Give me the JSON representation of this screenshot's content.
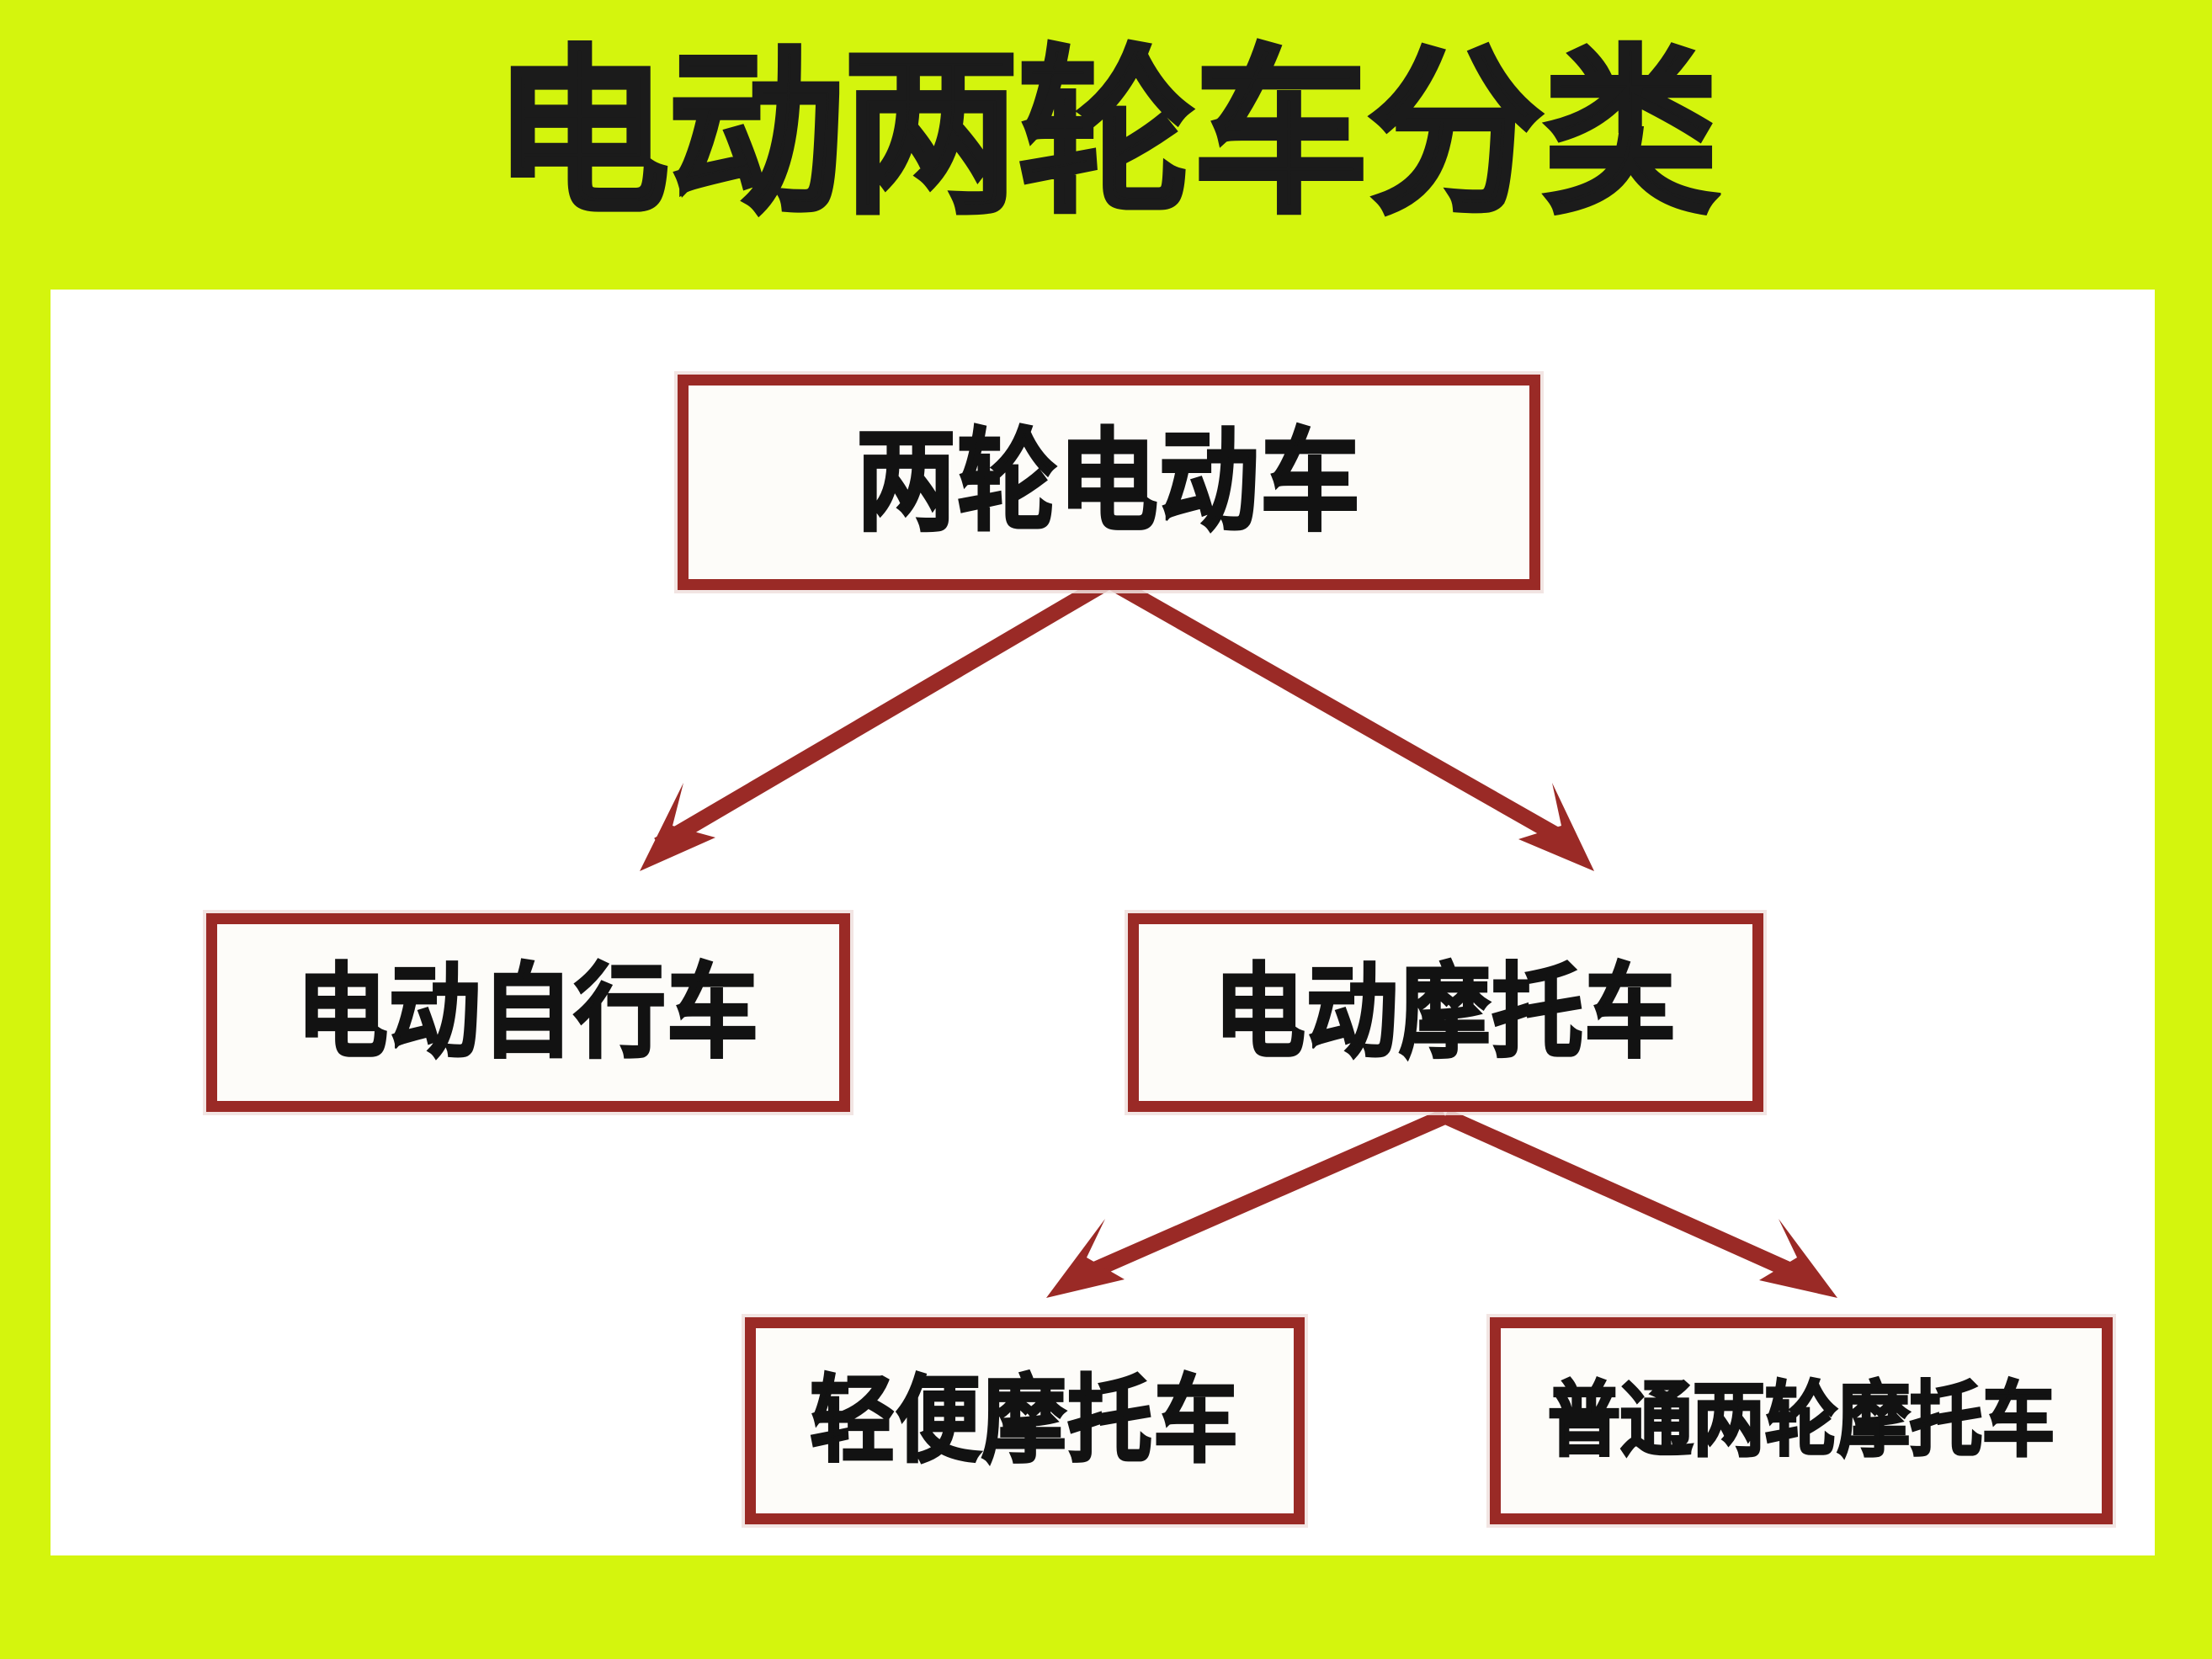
{
  "poster": {
    "title": "电动两轮车分类",
    "background_color": "#D4F50D",
    "panel_color": "#FFFFFF",
    "accent_color": "#9A2A26",
    "text_color": "#121212"
  },
  "diagram": {
    "type": "tree",
    "nodes": [
      {
        "id": "root",
        "label": "两轮电动车",
        "level": 0
      },
      {
        "id": "ebike",
        "label": "电动自行车",
        "level": 1
      },
      {
        "id": "emoto",
        "label": "电动摩托车",
        "level": 1
      },
      {
        "id": "moped",
        "label": "轻便摩托车",
        "level": 2
      },
      {
        "id": "ordinary",
        "label": "普通两轮摩托车",
        "level": 2
      }
    ],
    "edges": [
      {
        "from": "root",
        "to": "ebike",
        "style": "arrow"
      },
      {
        "from": "root",
        "to": "emoto",
        "style": "arrow"
      },
      {
        "from": "emoto",
        "to": "moped",
        "style": "arrow"
      },
      {
        "from": "emoto",
        "to": "ordinary",
        "style": "arrow"
      }
    ]
  }
}
